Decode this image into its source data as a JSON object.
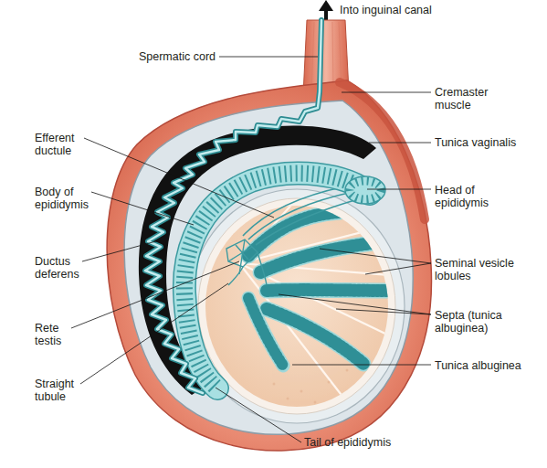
{
  "diagram": {
    "labels": [
      "Into inguinal canal",
      "Spermatic cord",
      "Cremaster muscle",
      "Efferent ductule",
      "Tunica vaginalis",
      "Body of epididymis",
      "Head of epididymis",
      "Ductus deferens",
      "Seminal vesicle lobules",
      "Septa (tunica albuginea)",
      "Rete testis",
      "Tunica albuginea",
      "Straight tubule",
      "Tail of epididymis"
    ]
  }
}
